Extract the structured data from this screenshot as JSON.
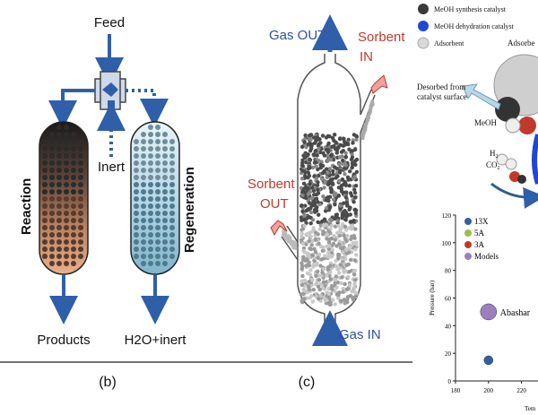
{
  "panel_b": {
    "feed": "Feed",
    "inert": "Inert",
    "reaction": "Reaction",
    "regeneration": "Regeneration",
    "products": "Products",
    "h2o_inert": "H2O+inert",
    "caption": "(b)"
  },
  "panel_c": {
    "gas_out": "Gas OUT",
    "sorbent_in_1": "Sorbent",
    "sorbent_in_2": "IN",
    "sorbent_out_1": "Sorbent",
    "sorbent_out_2": "OUT",
    "gas_in": "Gas IN",
    "caption": "(c)"
  },
  "panel_d": {
    "legend": [
      {
        "label": "MeOH synthesis catalyst",
        "color": "#3a3a3a"
      },
      {
        "label": "MeOH dehydration catalyst",
        "color": "#1f47d8"
      },
      {
        "label": "Adsorbent",
        "color": "#d9d9d9"
      }
    ],
    "adsorbent_label": "Adsorbe",
    "desorbed_1": "Desorbed from",
    "desorbed_2": "catalyst surface",
    "meoh": "MeOH",
    "h2": "H",
    "h2_sub": "2",
    "co2": "CO",
    "co2_sub": "2"
  },
  "chart_data": {
    "type": "scatter",
    "ylabel": "Pressure (bar)",
    "xlabel": "Tem",
    "xlim": [
      180,
      230
    ],
    "ylim": [
      0,
      120
    ],
    "xticks": [
      180,
      200,
      220
    ],
    "yticks": [
      0,
      20,
      40,
      60,
      80,
      100,
      120
    ],
    "legend": [
      {
        "label": "13X",
        "color": "#2f5fa8"
      },
      {
        "label": "5A",
        "color": "#9bbf4a"
      },
      {
        "label": "3A",
        "color": "#c0392b"
      },
      {
        "label": "Models",
        "color": "#9b7fbf"
      }
    ],
    "series": [
      {
        "name": "13X",
        "points": [
          {
            "x": 200,
            "y": 15
          }
        ]
      },
      {
        "name": "Models",
        "points": [
          {
            "x": 200,
            "y": 50,
            "label": "Abashar"
          }
        ]
      }
    ]
  },
  "bottom": {
    "rule_color": "#444444"
  }
}
